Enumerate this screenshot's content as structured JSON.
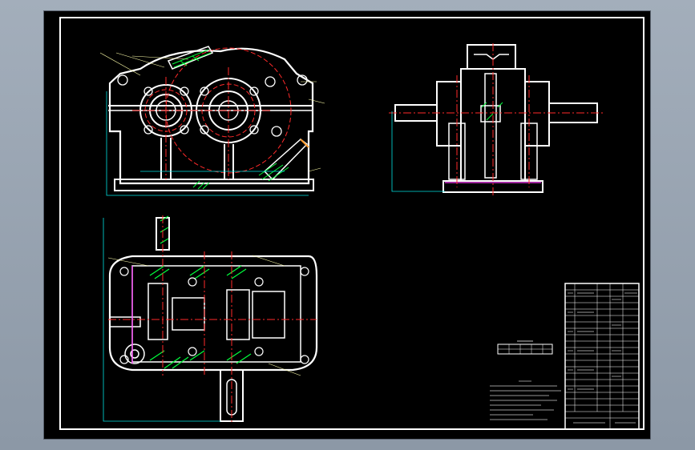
{
  "drawing": {
    "type": "two-stage cylindrical gear reducer assembly drawing",
    "views": [
      "front-view",
      "side-view",
      "top-view"
    ],
    "colors": {
      "background": "#000000",
      "outline": "#ffffff",
      "center_line": "#ff2a2a",
      "dimension": "#00e0e0",
      "hatch": "#00ff3c",
      "cut_section": "#ff40ff",
      "leader": "#ffff66"
    }
  }
}
